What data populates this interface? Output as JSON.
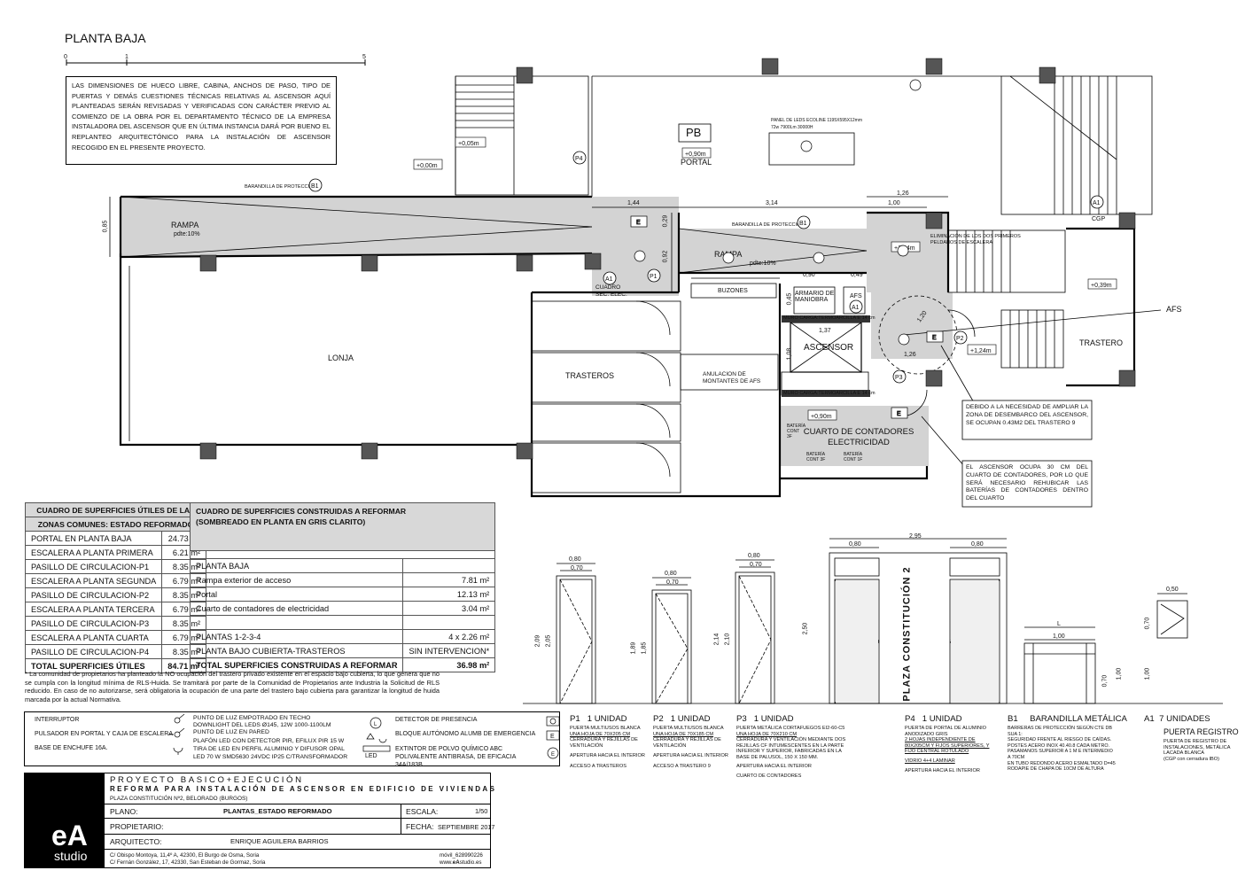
{
  "title": "PLANTA BAJA",
  "scale_bar": [
    "0",
    "1",
    "5"
  ],
  "note_top": "LAS DIMENSIONES DE HUECO LIBRE, CABINA, ANCHOS DE PASO, TIPO DE PUERTAS Y DEMÁS CUESTIONES TÉCNICAS RELATIVAS AL ASCENSOR AQUÍ PLANTEADAS SERÁN REVISADAS Y VERIFICADAS CON CARÁCTER PREVIO AL COMIENZO DE LA OBRA POR EL DEPARTAMENTO TÉCNICO DE LA EMPRESA INSTALADORA DEL ASCENSOR QUE EN ÚLTIMA INSTANCIA DARÁ POR BUENO EL REPLANTEO ARQUITECTÓNICO PARA LA INSTALACIÓN DE ASCENSOR RECOGIDO EN EL PRESENTE PROYECTO.",
  "plan": {
    "levels": [
      "+0,05m",
      "+0,00m",
      "+0,90m",
      "+1,24m",
      "+1,24m",
      "+0,39m",
      "+0,90m"
    ],
    "rooms": {
      "rampa": "RAMPA",
      "pdte": "pdte:10%",
      "lonja": "LONJA",
      "pb": "PB",
      "portal": "PORTAL",
      "trasteros": "TRASTEROS",
      "trastero": "TRASTERO",
      "ascensor": "ASCENSOR",
      "armario": "ARMARIO DE MANIOBRA",
      "afs": "AFS",
      "buzones": "BUZONES",
      "cuadro": "CUADRO SEC. ELEC.",
      "anulacion": "ANULACION DE MONTANTES DE AFS",
      "contadores": "CUARTO DE CONTADORES ELECTRICIDAD",
      "cgp": "CGP",
      "muro": "MURO CARGA:TERMOARCILLA E 14 cm",
      "bat1": "BATERÍA CONT 3F",
      "bat2": "BATERÍA CONT 1F",
      "bat3": "BATERÍA CONT 3F",
      "panel": "PANEL DE LEDS ECOLINE 1195X595X12mm",
      "panel2": "72w 7900Lm 30000H",
      "elim": "ELIMINACIÓN DE LOS DOS PRIMEROS PELDAÑOS DE ESCALERA",
      "barandilla": "BARANDILLA DE PROTECCIÓN"
    },
    "tags": [
      "B1",
      "B1",
      "P4",
      "P1",
      "P2",
      "P3",
      "A1",
      "A1",
      "A1"
    ],
    "dims": [
      "1,44",
      "3,14",
      "1,26",
      "1,00",
      "0,90",
      "0,49",
      "0,45",
      "0,92",
      "0,29",
      "0,85",
      "1,37",
      "1,08",
      "1,20",
      "1,26"
    ],
    "callout_afs": "AFS",
    "callout1": "DEBIDO A LA NECESIDAD DE AMPLIAR LA ZONA DE DESEMBARCO DEL ASCENSOR, SE OCUPAN 0.43M2 DEL TRASTERO 9",
    "callout2": "EL ASCENSOR OCUPA 30 CM DEL CUARTO DE CONTADORES, POR LO QUE SERÁ NECESARIO REHUBICAR LAS BATERÍAS DE CONTADORES DENTRO DEL CUARTO"
  },
  "table_useful": {
    "title": "CUADRO DE SUPERFICIES ÚTILES DE LAS ZONAS COMUNES: ESTADO REFORMADO",
    "title_l1": "CUADRO DE SUPERFICIES ÚTILES DE LAS",
    "title_l2": "ZONAS COMUNES: ESTADO REFORMADO",
    "rows": [
      [
        "PORTAL EN PLANTA BAJA",
        "24.73 m²"
      ],
      [
        "ESCALERA A PLANTA PRIMERA",
        "6.21 m²"
      ],
      [
        "PASILLO DE CIRCULACION-P1",
        "8.35 m²"
      ],
      [
        "ESCALERA A PLANTA SEGUNDA",
        "6.79 m²"
      ],
      [
        "PASILLO DE CIRCULACION-P2",
        "8.35 m²"
      ],
      [
        "ESCALERA A PLANTA TERCERA",
        "6.79 m²"
      ],
      [
        "PASILLO DE CIRCULACION-P3",
        "8.35 m²"
      ],
      [
        "ESCALERA A PLANTA CUARTA",
        "6.79 m²"
      ],
      [
        "PASILLO DE CIRCULACION-P4",
        "8.35 m²"
      ]
    ],
    "total": [
      "TOTAL SUPERFICIES ÚTILES",
      "84.71 m²"
    ]
  },
  "table_built": {
    "title_l1": "CUADRO DE SUPERFICIES CONSTRUIDAS A REFORMAR",
    "title_l2": "(SOMBREADO EN PLANTA EN GRIS CLARITO)",
    "rows": [
      [
        "PLANTA BAJA",
        ""
      ],
      [
        "Rampa exterior de acceso",
        "7.81 m²"
      ],
      [
        "Portal",
        "12.13 m²"
      ],
      [
        "Cuarto de contadores de electricidad",
        "3.04 m²"
      ],
      [
        "",
        ""
      ],
      [
        "PLANTAS 1-2-3-4",
        "4 x 2.26 m²"
      ],
      [
        "PLANTA BAJO CUBIERTA-TRASTEROS",
        "SIN INTERVENCION*"
      ]
    ],
    "total": [
      "TOTAL SUPERFICIES CONSTRUIDAS A REFORMAR",
      "36.98 m²"
    ]
  },
  "footnote": "* La comunidad de propietarios ha planteado la NO ocupación del trastero privado existente en el espacio bajo cubierta, lo que genera que no se cumpla con la longitud mínima de RLS-Huida. Se tramitará por parte de la Comunidad de Propietarios ante Industria la Solicitud de RLS reducido. En caso de no autorizarse, será obligatoria la ocupación de una parte del trastero bajo cubierta para garantizar la longitud de huida marcada por la actual Normativa.",
  "elevations": {
    "dims_top": [
      "0,80",
      "0,70",
      "0,80",
      "0,70",
      "0,80",
      "0,70",
      "2,95",
      "0,80",
      "0,80",
      "0,50",
      "1,00"
    ],
    "dims_h": [
      "2,09",
      "2,05",
      "1,89",
      "1,85",
      "2,14",
      "2,10",
      "2,50",
      "0,70",
      "1,00",
      "1,00",
      "0,70"
    ],
    "plaza": "PLAZA CONSTITUCIÓN 2",
    "L": "L"
  },
  "legend": {
    "col1": [
      "INTERRUPTOR",
      "PULSADOR EN PORTAL Y CAJA DE ESCALERA",
      "BASE DE ENCHUFE 16A."
    ],
    "col2": [
      "PUNTO DE LUZ EMPOTRADO EN TECHO",
      "DOWNLIGHT DEL LEDS Ø145, 12W 1000-1100LM",
      "PUNTO DE LUZ EN PARED",
      "PLAFÓN LED CON DETECTOR PIR, EFILUX PIR 15 W",
      "TIRA DE LED EN PERFIL ALUMINIO Y DIFUSOR OPAL",
      "LED 70 W SMD5630 24VDC IP25 C/TRANSFORMADOR"
    ],
    "led": "LED",
    "col3": [
      "DETECTOR DE PRESENCIA",
      "BLOQUE AUTÓNOMO ALUMB DE EMERGENCIA",
      "EXTINTOR DE POLVO QUÍMICO ABC POLIVALENTE ANTIBRASA, DE EFICACIA 34A/183B."
    ]
  },
  "carpentry": [
    {
      "tag": "P1",
      "qty": "1 UNIDAD",
      "lines": [
        "PUERTA MULTIUSOS BLANCA",
        "UNA HOJA DE 70X205 CM",
        "CERRADURA Y REJILLAS DE",
        "VENTILACIÓN",
        "",
        "APERTURA HACIA EL INTERIOR",
        "",
        "ACCESO A TRASTEROS"
      ]
    },
    {
      "tag": "P2",
      "qty": "1 UNIDAD",
      "lines": [
        "PUERTA MULTIUSOS BLANCA",
        "UNA HOJA DE 70X185 CM",
        "CERRADURA Y REJILLAS DE",
        "VENTILACIÓN",
        "",
        "APERTURA HACIA EL INTERIOR",
        "",
        "ACCESO A TRASTERO 9"
      ]
    },
    {
      "tag": "P3",
      "qty": "1 UNIDAD",
      "lines": [
        "PUERTA METÁLICA CORTAFUEGOS EI2-60-C5",
        "UNA HOJA DE 70X210 CM",
        "CERRADURA Y VENTILACIÓN MEDIANTE DOS",
        "REJILLAS CF INTUMESCENTES EN LA PARTE",
        "INFERIOR Y SUPERIOR, FABRICADAS EN LA",
        "BASE DE PALUSOL, 150 X 150 MM.",
        "APERTURA HACIA EL INTERIOR",
        "",
        "CUARTO DE CONTADORES"
      ]
    },
    {
      "tag": "P4",
      "qty": "1 UNIDAD",
      "lines": [
        "PUERTA DE PORTAL DE ALUMINIO",
        "ANODIZADO GRIS",
        "2 HOJAS INDEPENDIENTE  DE",
        "80X205CM Y FIJOS SUPERIORES, Y",
        "FIJO CENTRAL ROTULADO",
        "",
        "VIDRIO 4+4 LAMINAR",
        "",
        "APERTURA HACIA EL INTERIOR"
      ]
    },
    {
      "tag": "B1",
      "qty": "BARANDILLA METÁLICA",
      "lines": [
        "BARRERAS DE PROTECCIÓN  SEGÚN CTE DB",
        "SUA 1:",
        "SEGURIDAD FRENTE AL RIESGO DE CAÍDAS.",
        "POSTES ACERO INOX 40.40.8 CADA METRO.",
        "PASAMANOS SUPERIOR A 1 M E INTERMEDIO",
        "A 70CM",
        "EN TUBO REDONDO ACERO ESMALTADO D=45",
        "RODAPIE DE CHAPA DE 10CM DE ALTURA"
      ]
    },
    {
      "tag": "A1",
      "qty": "7 UNIDADES",
      "lines": [
        "",
        "PUERTA REGISTRO",
        "",
        "PUERTA DE REGISTRO DE",
        "INSTALACIONES, METÁLICA",
        "LACADA BLANCA",
        "(CGP con cerradura IBO)"
      ]
    }
  ],
  "titleblock": {
    "project": "PROYECTO BASICO+EJECUCIÓN",
    "subtitle": "REFORMA PARA INSTALACIÓN DE ASCENSOR EN EDIFICIO DE VIVIENDAS",
    "address": "PLAZA CONSTITUCIÓN  Nº2, BELORADO (BURGOS)",
    "plano_label": "PLANO:",
    "plano": "PLANTAS_ESTADO REFORMADO",
    "escala_label": "ESCALA:",
    "escala": "1/50",
    "propietario_label": "PROPIETARIO:",
    "fecha_label": "FECHA:",
    "fecha": "SEPTIEMBRE 2017",
    "arquitecto_label": "ARQUITECTO:",
    "arquitecto": "ENRIQUE AGUILERA BARRIOS",
    "addr1": "C/ Obispo Montoya, 11,4º A, 42300, El Burgo de Osma, Soria",
    "addr2": "C/ Fernán González, 17, 42330, San Esteban de Gormaz, Soria",
    "movil": "móvil_628990226",
    "web_pre": "www.",
    "web_b": "eA",
    "web_post": "studio.es",
    "logo": "eA",
    "logo2": "studio"
  }
}
